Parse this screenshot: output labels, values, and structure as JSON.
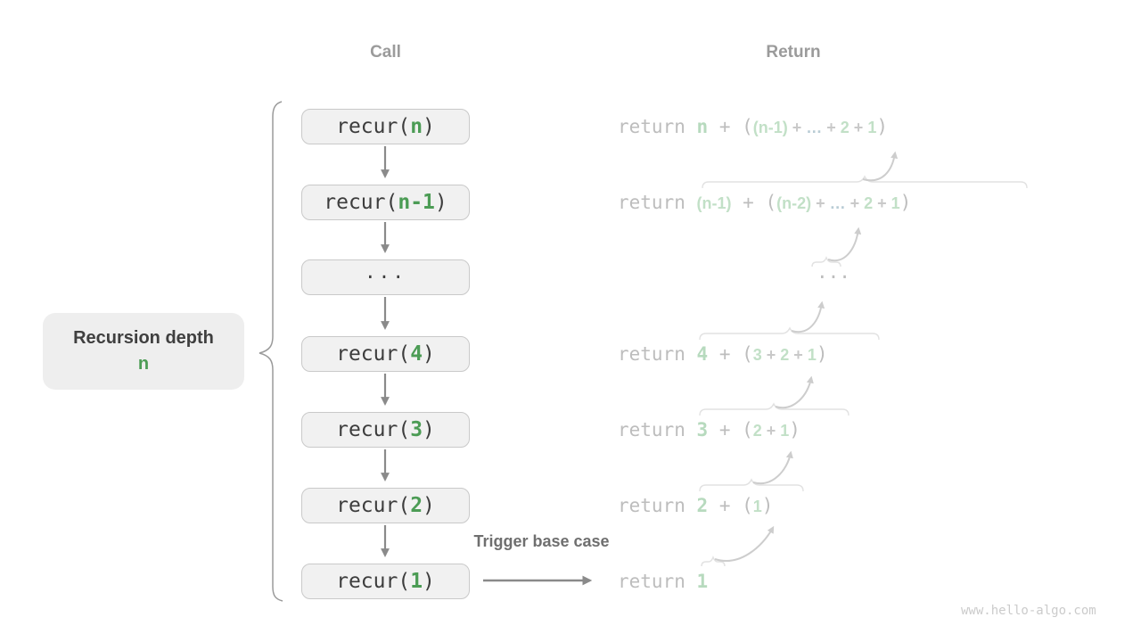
{
  "headers": {
    "call": "Call",
    "return": "Return"
  },
  "depth_label": {
    "title": "Recursion depth",
    "value": "n"
  },
  "trigger_label": "Trigger base case",
  "watermark": "www.hello-algo.com",
  "colors": {
    "accent_green": "#4c9c55",
    "light_green": "#b7dabe",
    "box_bg": "#f1f1f1",
    "box_border": "#c9c9c9",
    "arrow_gray": "#8a8a8a",
    "muted_mono": "#bdbdbd"
  },
  "call_stack": [
    {
      "pre": "recur(",
      "value": "n",
      "post": ")"
    },
    {
      "pre": "recur(",
      "value": "n-1",
      "post": ")"
    },
    {
      "ellipsis": "···"
    },
    {
      "pre": "recur(",
      "value": "4",
      "post": ")"
    },
    {
      "pre": "recur(",
      "value": "3",
      "post": ")"
    },
    {
      "pre": "recur(",
      "value": "2",
      "post": ")"
    },
    {
      "pre": "recur(",
      "value": "1",
      "post": ")"
    }
  ],
  "return_stack": [
    {
      "tokens": [
        [
          "return ",
          "mg"
        ],
        [
          "n",
          "gv"
        ],
        [
          " + (",
          "mg"
        ],
        [
          "(n-1)",
          "sg"
        ],
        [
          " + ",
          "sp"
        ],
        [
          "…",
          "se"
        ],
        [
          " + ",
          "sp"
        ],
        [
          "2",
          "sg"
        ],
        [
          " + ",
          "sp"
        ],
        [
          "1",
          "sg"
        ],
        [
          ")",
          "mg"
        ]
      ]
    },
    {
      "tokens": [
        [
          "return ",
          "mg"
        ],
        [
          "(n-1)",
          "sg"
        ],
        [
          " + (",
          "mg"
        ],
        [
          "(n-2)",
          "sg"
        ],
        [
          " + ",
          "sp"
        ],
        [
          "…",
          "se"
        ],
        [
          " + ",
          "sp"
        ],
        [
          "2",
          "sg"
        ],
        [
          " + ",
          "sp"
        ],
        [
          "1",
          "sg"
        ],
        [
          ")",
          "mg"
        ]
      ]
    },
    {
      "tokens": [
        [
          "···",
          "mg"
        ]
      ]
    },
    {
      "tokens": [
        [
          "return ",
          "mg"
        ],
        [
          "4",
          "gv"
        ],
        [
          " + (",
          "mg"
        ],
        [
          "3",
          "sg"
        ],
        [
          " + ",
          "sp"
        ],
        [
          "2",
          "sg"
        ],
        [
          " + ",
          "sp"
        ],
        [
          "1",
          "sg"
        ],
        [
          ")",
          "mg"
        ]
      ]
    },
    {
      "tokens": [
        [
          "return ",
          "mg"
        ],
        [
          "3",
          "gv"
        ],
        [
          " + (",
          "mg"
        ],
        [
          "2",
          "sg"
        ],
        [
          " + ",
          "sp"
        ],
        [
          "1",
          "sg"
        ],
        [
          ")",
          "mg"
        ]
      ]
    },
    {
      "tokens": [
        [
          "return ",
          "mg"
        ],
        [
          "2",
          "gv"
        ],
        [
          " + (",
          "mg"
        ],
        [
          "1",
          "sg"
        ],
        [
          ")",
          "mg"
        ]
      ]
    },
    {
      "tokens": [
        [
          "return ",
          "mg"
        ],
        [
          "1",
          "gv"
        ]
      ]
    }
  ]
}
